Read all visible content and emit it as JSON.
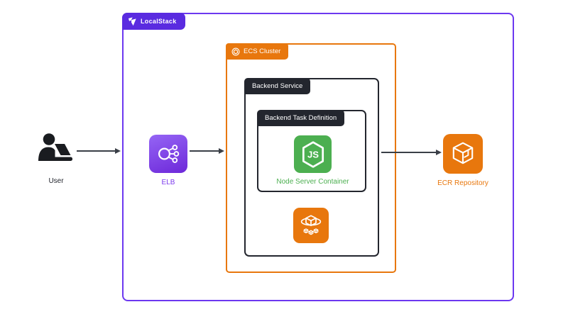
{
  "diagram": {
    "containers": {
      "localstack": {
        "label": "LocalStack"
      },
      "ecs_cluster": {
        "label": "ECS Cluster"
      },
      "backend_service": {
        "label": "Backend Service"
      },
      "backend_task_definition": {
        "label": "Backend Task Definition"
      }
    },
    "nodes": {
      "user": {
        "label": "User",
        "icon": "user-at-laptop-icon"
      },
      "elb": {
        "label": "ELB",
        "icon": "load-balancer-icon"
      },
      "node_server_container": {
        "label": "Node Server Container",
        "icon": "nodejs-hexagon-icon",
        "icon_text": "JS"
      },
      "ecs_service": {
        "icon": "ecs-service-cube-icon"
      },
      "ecr_repository": {
        "label": "ECR Repository",
        "icon": "ecr-cube-icon"
      }
    },
    "edges": [
      {
        "from": "user",
        "to": "localstack"
      },
      {
        "from": "elb",
        "to": "ecs_cluster"
      },
      {
        "from": "backend_service",
        "to": "ecr_repository"
      }
    ],
    "colors": {
      "localstack_badge_purple": "#5A2BE0",
      "localstack_border_purple": "#6C38F0",
      "aws_orange": "#E8770D",
      "dark_label": "#23262E",
      "node_green": "#4CAF50",
      "elb_purple": "#7C3AED",
      "arrow_gray": "#3A3F47",
      "background": "#FFFFFF"
    }
  }
}
